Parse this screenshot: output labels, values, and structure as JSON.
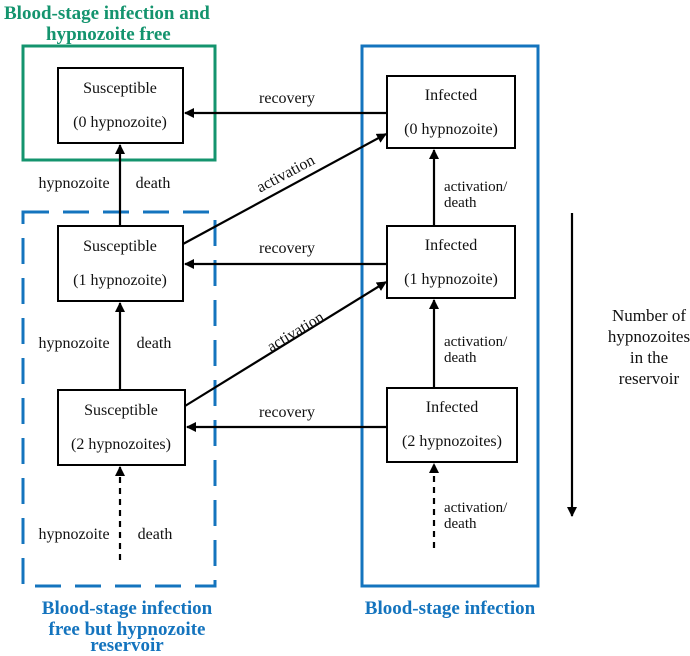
{
  "regions": {
    "hypnozoite_free": {
      "title_line1": "Blood-stage infection and",
      "title_line2": "hypnozoite free",
      "color": "#14946e"
    },
    "reservoir": {
      "title_line1": "Blood-stage infection",
      "title_line2": "free but hypnozoite",
      "title_line3": "reservoir",
      "color": "#1474be"
    },
    "infection": {
      "title": "Blood-stage infection",
      "color": "#1474be"
    }
  },
  "susceptible": [
    {
      "title": "Susceptible",
      "sub": "(0 hypnozoite)"
    },
    {
      "title": "Susceptible",
      "sub": "(1 hypnozoite)"
    },
    {
      "title": "Susceptible",
      "sub": "(2 hypnozoites)"
    }
  ],
  "infected": [
    {
      "title": "Infected",
      "sub": "(0 hypnozoite)"
    },
    {
      "title": "Infected",
      "sub": "(1 hypnozoite)"
    },
    {
      "title": "Infected",
      "sub": "(2 hypnozoites)"
    }
  ],
  "transitions": {
    "recovery": "recovery",
    "activation": "activation",
    "hypnozoite": "hypnozoite",
    "death": "death",
    "activation_death_1": "activation/",
    "activation_death_2": "death"
  },
  "side_note": {
    "line1": "Number of",
    "line2": "hypnozoites",
    "line3": "in the",
    "line4": "reservoir"
  }
}
